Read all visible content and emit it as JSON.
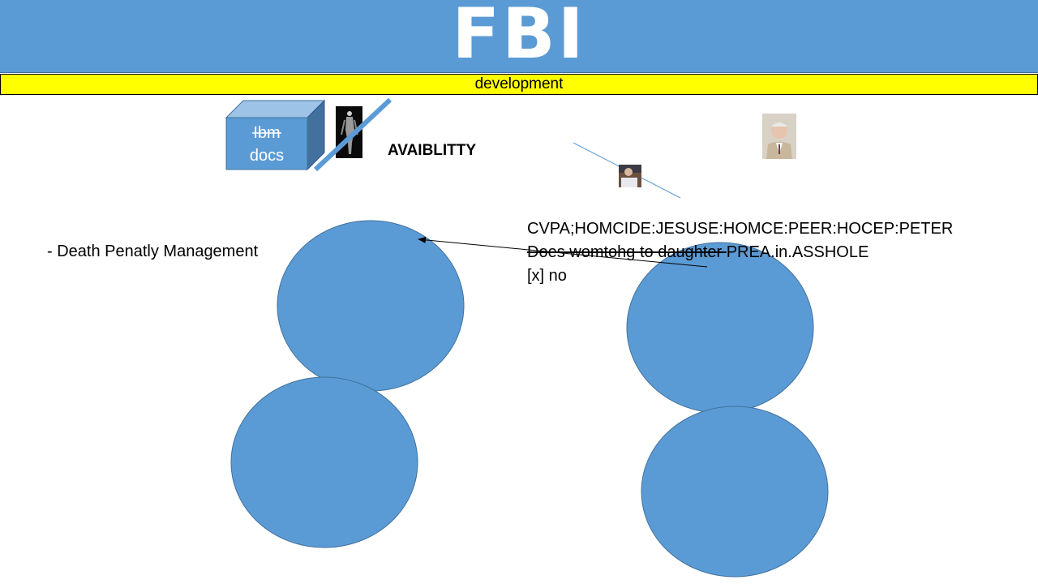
{
  "header": {
    "title": "FBI"
  },
  "subtitle_bar": {
    "label": "development"
  },
  "cube": {
    "struck_text": "Ibm",
    "text": "docs"
  },
  "availability_label": "AVAIBLITTY",
  "left_note": "- Death Penatly Management",
  "notes": {
    "line1": "CVPA;HOMCIDE:JESUSE:HOMCE:PEER:HOCEP:PETER",
    "line2_struck": "Does womtohg to daughter ",
    "line2_rest": "PREA.in.ASSHOLE",
    "line3": "[x] no"
  },
  "colors": {
    "header_blue": "#5b9bd5",
    "header_border": "#41719c",
    "bar_yellow": "#ffff00",
    "circle_fill": "#5b9bd5",
    "circle_stroke": "#41719c"
  },
  "images": [
    {
      "name": "figure-photo-dark"
    },
    {
      "name": "portrait-photo-small"
    },
    {
      "name": "portrait-photo-top-right"
    }
  ]
}
